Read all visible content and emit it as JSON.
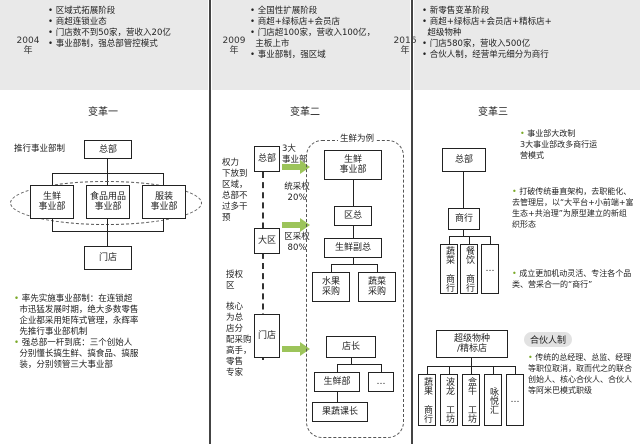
{
  "eras": [
    {
      "year": "2004\n年",
      "items": [
        "区域式拓展阶段",
        "商超连锁业态",
        "门店数不到50家，营收入20亿",
        "事业部制，强总部管控模式"
      ]
    },
    {
      "year": "2009\n年",
      "items": [
        "全国性扩展阶段",
        "商超+绿标店+会员店",
        "门店超100家，营收入100亿，",
        "主板上市",
        "事业部制，强区域"
      ]
    },
    {
      "year": "2016\n年",
      "items": [
        "新零售变革阶段",
        "商超+绿标店+会员店+精标店+",
        "超级物种",
        "门店580家，营收入500亿",
        "合伙人制，经营单元细分为商行"
      ]
    }
  ],
  "reform1": {
    "title": "变革一",
    "side_label": "推行事业部制",
    "hq": "总部",
    "units": [
      "生鲜\n事业部",
      "食品用品\n事业部",
      "服装\n事业部"
    ],
    "store": "门店",
    "notes": [
      "率先实施事业部制：在连锁超",
      "市迅猛发展时期，绝大多数零售",
      "企业都采用矩阵式管理，永辉率",
      "先推行事业部机制",
      "强总部一杆到底：三个创始人",
      "分别懂长搞生鲜、搞食品、搞服",
      "装，分别领管三大事业部"
    ]
  },
  "reform2": {
    "title": "变革二",
    "hq": "总部",
    "three_units": "3大\n事业部",
    "power_down": "权力\n下放到\n区域，\n总部不\n过多干\n预",
    "region": "大区",
    "store": "门店",
    "authorize": "授权\n区",
    "core": "核心\n为总\n店分\n配采购\n高手，\n零售\n专家",
    "example_label": "生鲜为例",
    "fresh_unit": "生鲜\n事业部",
    "overall_pct": "统采权\n20%",
    "region_pct": "区采权\n80%",
    "region_head": "区总",
    "fresh_deputy": "生鲜副总",
    "buy1": "水果\n采购",
    "buy2": "蔬菜\n采购",
    "store_mgr": "店长",
    "fresh_dept": "生鲜部",
    "dots": "…",
    "fruit_veg": "果蔬课长"
  },
  "reform3": {
    "title": "变革三",
    "top_note": "事业部大改制\n3大事业部改多商行运\n营模式",
    "hq": "总部",
    "business": "商行",
    "sub": [
      "蔬菜\n商行",
      "餐饮\n商行",
      "…"
    ],
    "mid_note": "打破传统垂直架构，去职能化、去管理层，以“大平台+小前端+富生态+共治理”为原型建立的新组织形态",
    "mid_note2": "成立更加机动灵活、专注各个品类、营采合一的“商行”",
    "super_store": "超级物种\n/精标店",
    "partner_title": "合伙人制",
    "workshops": [
      "蔬果\n商行",
      "波龙\n工坊",
      "盒牛\n工坊",
      "咏悦汇",
      "…"
    ],
    "partner_note": "传统的总经理、总监、经理等职位取消，取而代之的联合创始人、核心合伙人、合伙人等阿米巴模式职级"
  }
}
